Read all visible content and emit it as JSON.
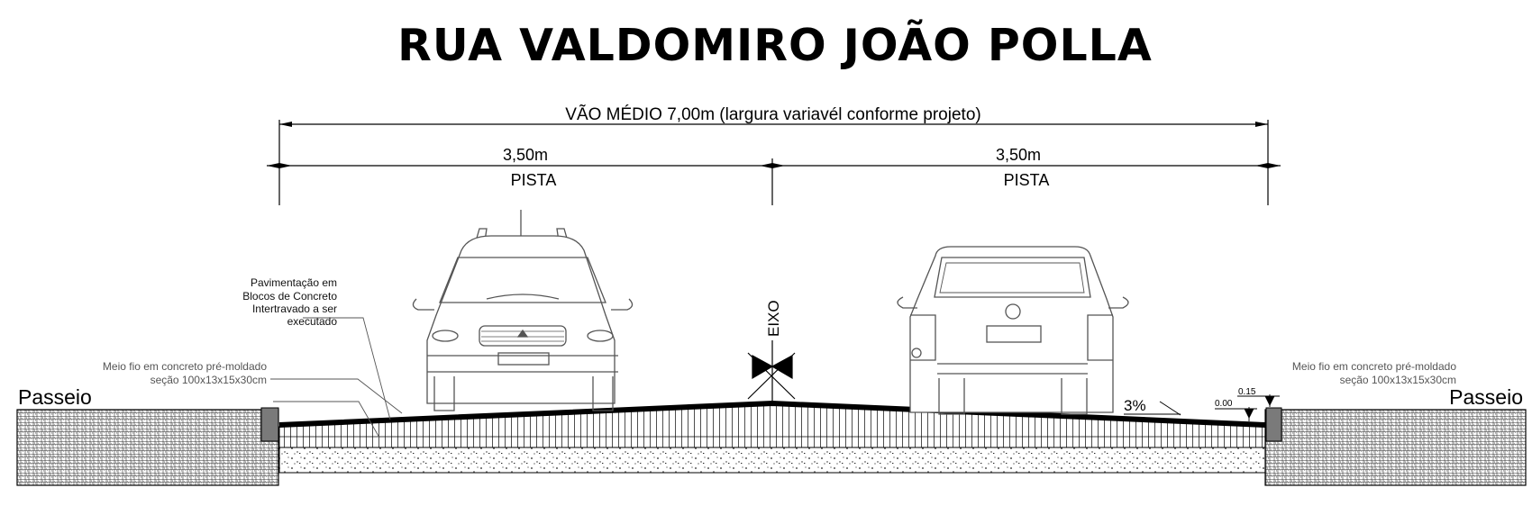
{
  "title": "RUA VALDOMIRO JOÃO POLLA",
  "dimensions": {
    "total": "VÃO MÉDIO 7,00m (largura variavél conforme projeto)",
    "left_width": "3,50m",
    "left_label": "PISTA",
    "right_width": "3,50m",
    "right_label": "PISTA"
  },
  "labels": {
    "pavement": [
      "Pavimentação em",
      "Blocos de Concreto",
      "Intertravado a ser",
      "executado"
    ],
    "curb_left": [
      "Meio fio em concreto pré-moldado",
      "seção 100x13x15x30cm"
    ],
    "curb_right": [
      "Meio fio em concreto pré-moldado",
      "seção 100x13x15x30cm"
    ],
    "sidewalk_left": "Passeio",
    "sidewalk_right": "Passeio",
    "axis": "EIXO",
    "slope": "3%",
    "level_low": "0.00",
    "level_high": "0.15"
  }
}
